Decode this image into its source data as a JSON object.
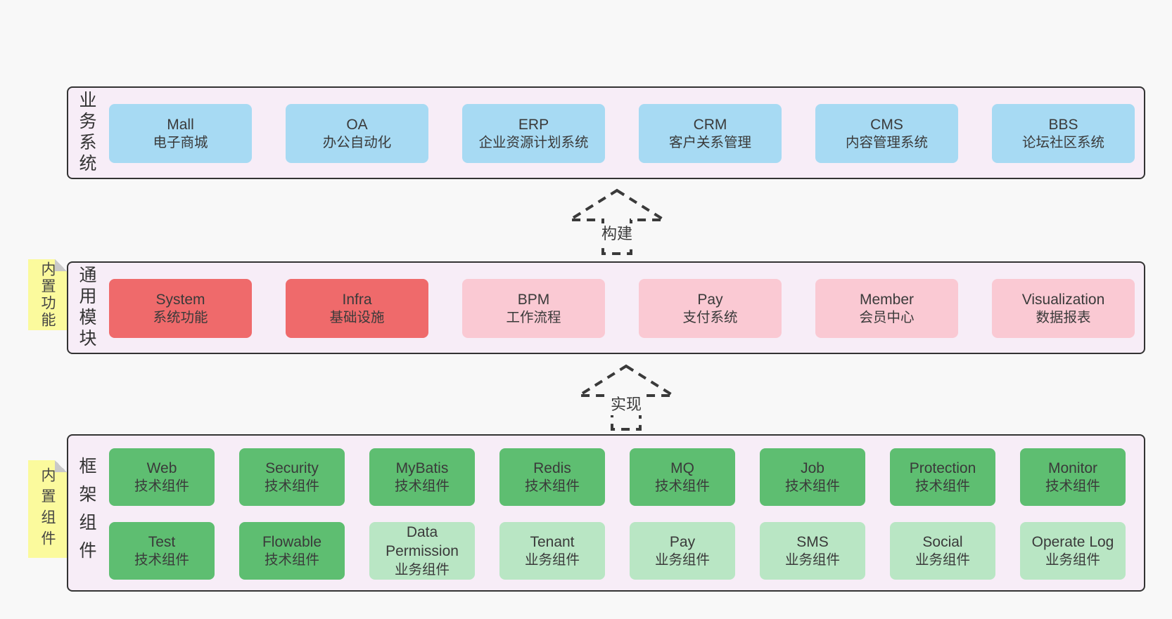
{
  "colors": {
    "page_bg": "#f8f8f8",
    "panel_bg": "#f7edf7",
    "panel_border": "#333333",
    "blue_box": "#a7daf3",
    "red_box": "#ef6a6b",
    "pink_box": "#fac9d3",
    "green_box": "#5ebe71",
    "light_green_box": "#b9e6c4",
    "note_yellow": "#fbfa9d",
    "arrow_dash": "#3a3a3a"
  },
  "sections": {
    "business": {
      "label": "业务系统",
      "boxes": [
        {
          "name": "Mall",
          "subtitle": "电子商城"
        },
        {
          "name": "OA",
          "subtitle": "办公自动化"
        },
        {
          "name": "ERP",
          "subtitle": "企业资源计划系统"
        },
        {
          "name": "CRM",
          "subtitle": "客户关系管理"
        },
        {
          "name": "CMS",
          "subtitle": "内容管理系统"
        },
        {
          "name": "BBS",
          "subtitle": "论坛社区系统"
        }
      ]
    },
    "modules": {
      "label": "通用模块",
      "note": "内置功能",
      "boxes": [
        {
          "name": "System",
          "subtitle": "系统功能"
        },
        {
          "name": "Infra",
          "subtitle": "基础设施"
        },
        {
          "name": "BPM",
          "subtitle": "工作流程"
        },
        {
          "name": "Pay",
          "subtitle": "支付系统"
        },
        {
          "name": "Member",
          "subtitle": "会员中心"
        },
        {
          "name": "Visualization",
          "subtitle": "数据报表"
        }
      ]
    },
    "components": {
      "label": "框架组件",
      "note": "内置组件",
      "row1": [
        {
          "name": "Web",
          "subtitle": "技术组件"
        },
        {
          "name": "Security",
          "subtitle": "技术组件"
        },
        {
          "name": "MyBatis",
          "subtitle": "技术组件"
        },
        {
          "name": "Redis",
          "subtitle": "技术组件"
        },
        {
          "name": "MQ",
          "subtitle": "技术组件"
        },
        {
          "name": "Job",
          "subtitle": "技术组件"
        },
        {
          "name": "Protection",
          "subtitle": "技术组件"
        },
        {
          "name": "Monitor",
          "subtitle": "技术组件"
        }
      ],
      "row2": [
        {
          "name": "Test",
          "subtitle": "技术组件"
        },
        {
          "name": "Flowable",
          "subtitle": "技术组件"
        },
        {
          "name": "Data Permission",
          "subtitle": "业务组件"
        },
        {
          "name": "Tenant",
          "subtitle": "业务组件"
        },
        {
          "name": "Pay",
          "subtitle": "业务组件"
        },
        {
          "name": "SMS",
          "subtitle": "业务组件"
        },
        {
          "name": "Social",
          "subtitle": "业务组件"
        },
        {
          "name": "Operate Log",
          "subtitle": "业务组件"
        }
      ]
    }
  },
  "arrows": {
    "build": "构建",
    "implement": "实现"
  }
}
